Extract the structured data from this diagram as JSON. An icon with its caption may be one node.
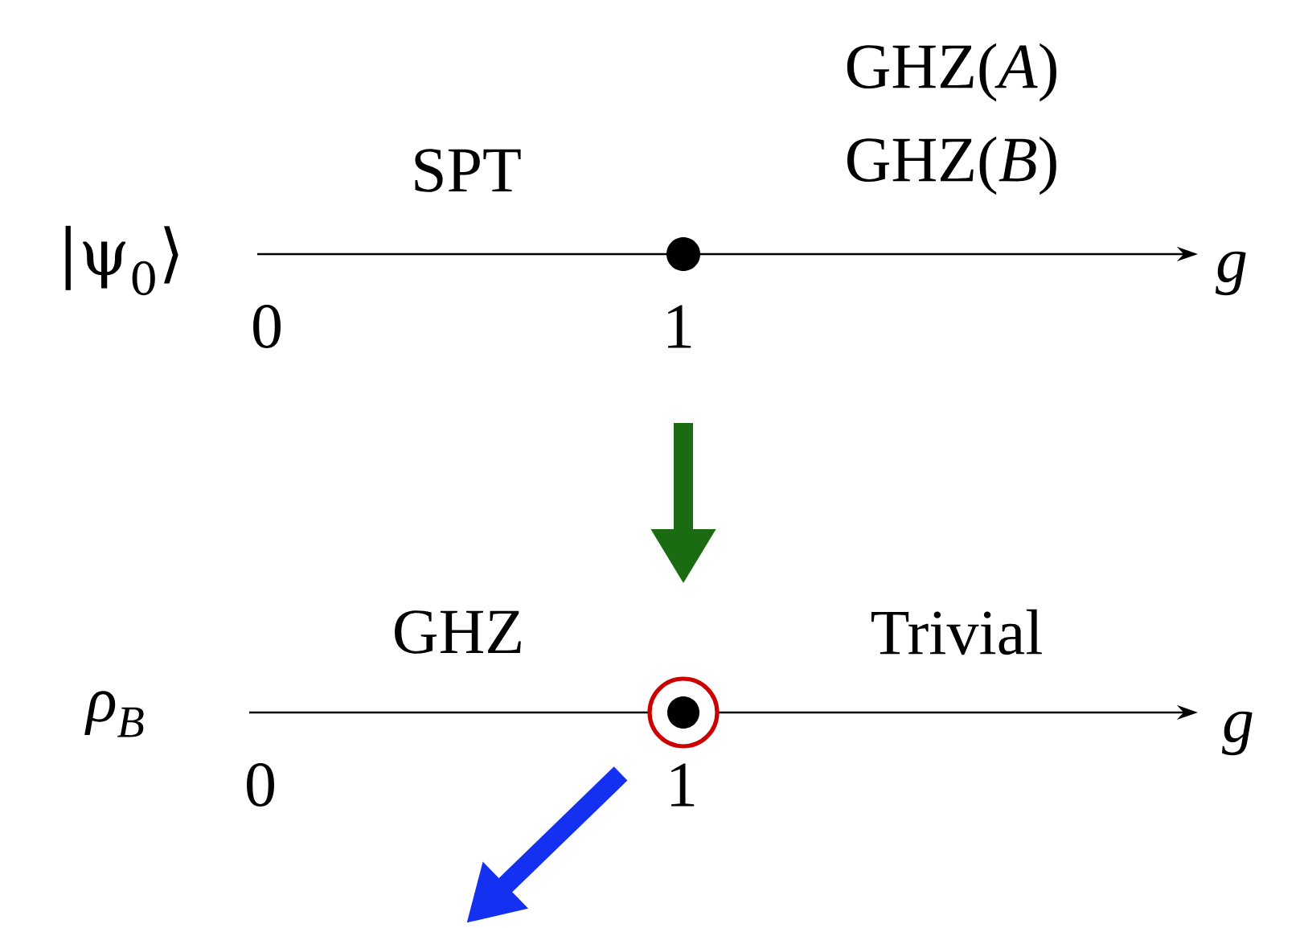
{
  "diagram": {
    "labels": [
      "GHZ(*A*)",
      "SPT",
      "GHZ(*B*)",
      "|ψ$_{0}$⟩",
      "0",
      "1",
      "g",
      "GHZ",
      "Trivial",
      "ρ$_{B}$",
      "0",
      "1",
      "g"
    ]
  }
}
